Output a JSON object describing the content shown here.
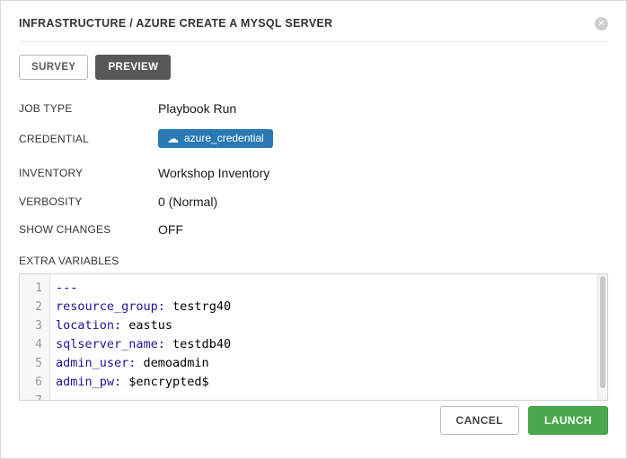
{
  "header": {
    "title": "INFRASTRUCTURE / AZURE CREATE A MYSQL SERVER",
    "close_glyph": "✕"
  },
  "tabs": [
    {
      "label": "SURVEY",
      "active": false
    },
    {
      "label": "PREVIEW",
      "active": true
    }
  ],
  "fields": [
    {
      "label": "JOB TYPE",
      "value": "Playbook Run"
    },
    {
      "label": "CREDENTIAL",
      "value": "azure_credential",
      "icon": "cloud-icon"
    },
    {
      "label": "INVENTORY",
      "value": "Workshop Inventory"
    },
    {
      "label": "VERBOSITY",
      "value": "0 (Normal)"
    },
    {
      "label": "SHOW CHANGES",
      "value": "OFF"
    }
  ],
  "extra_variables": {
    "label": "EXTRA VARIABLES",
    "lines": [
      {
        "num": "1",
        "key": "---",
        "value": ""
      },
      {
        "num": "2",
        "key": "resource_group:",
        "value": " testrg40"
      },
      {
        "num": "3",
        "key": "location:",
        "value": " eastus"
      },
      {
        "num": "4",
        "key": "sqlserver_name:",
        "value": " testdb40"
      },
      {
        "num": "5",
        "key": "admin_user:",
        "value": " demoadmin"
      },
      {
        "num": "6",
        "key": "admin_pw:",
        "value": " $encrypted$"
      },
      {
        "num": "7",
        "key": "",
        "value": ""
      }
    ]
  },
  "footer": {
    "cancel_label": "CANCEL",
    "launch_label": "LAUNCH"
  },
  "icons": {
    "cloud": "☁"
  },
  "colors": {
    "credential_badge": "#2a79b2",
    "launch_button": "#49a94c",
    "active_tab": "#585858",
    "yaml_document_start": "#0000cc",
    "yaml_key": "#221199"
  }
}
